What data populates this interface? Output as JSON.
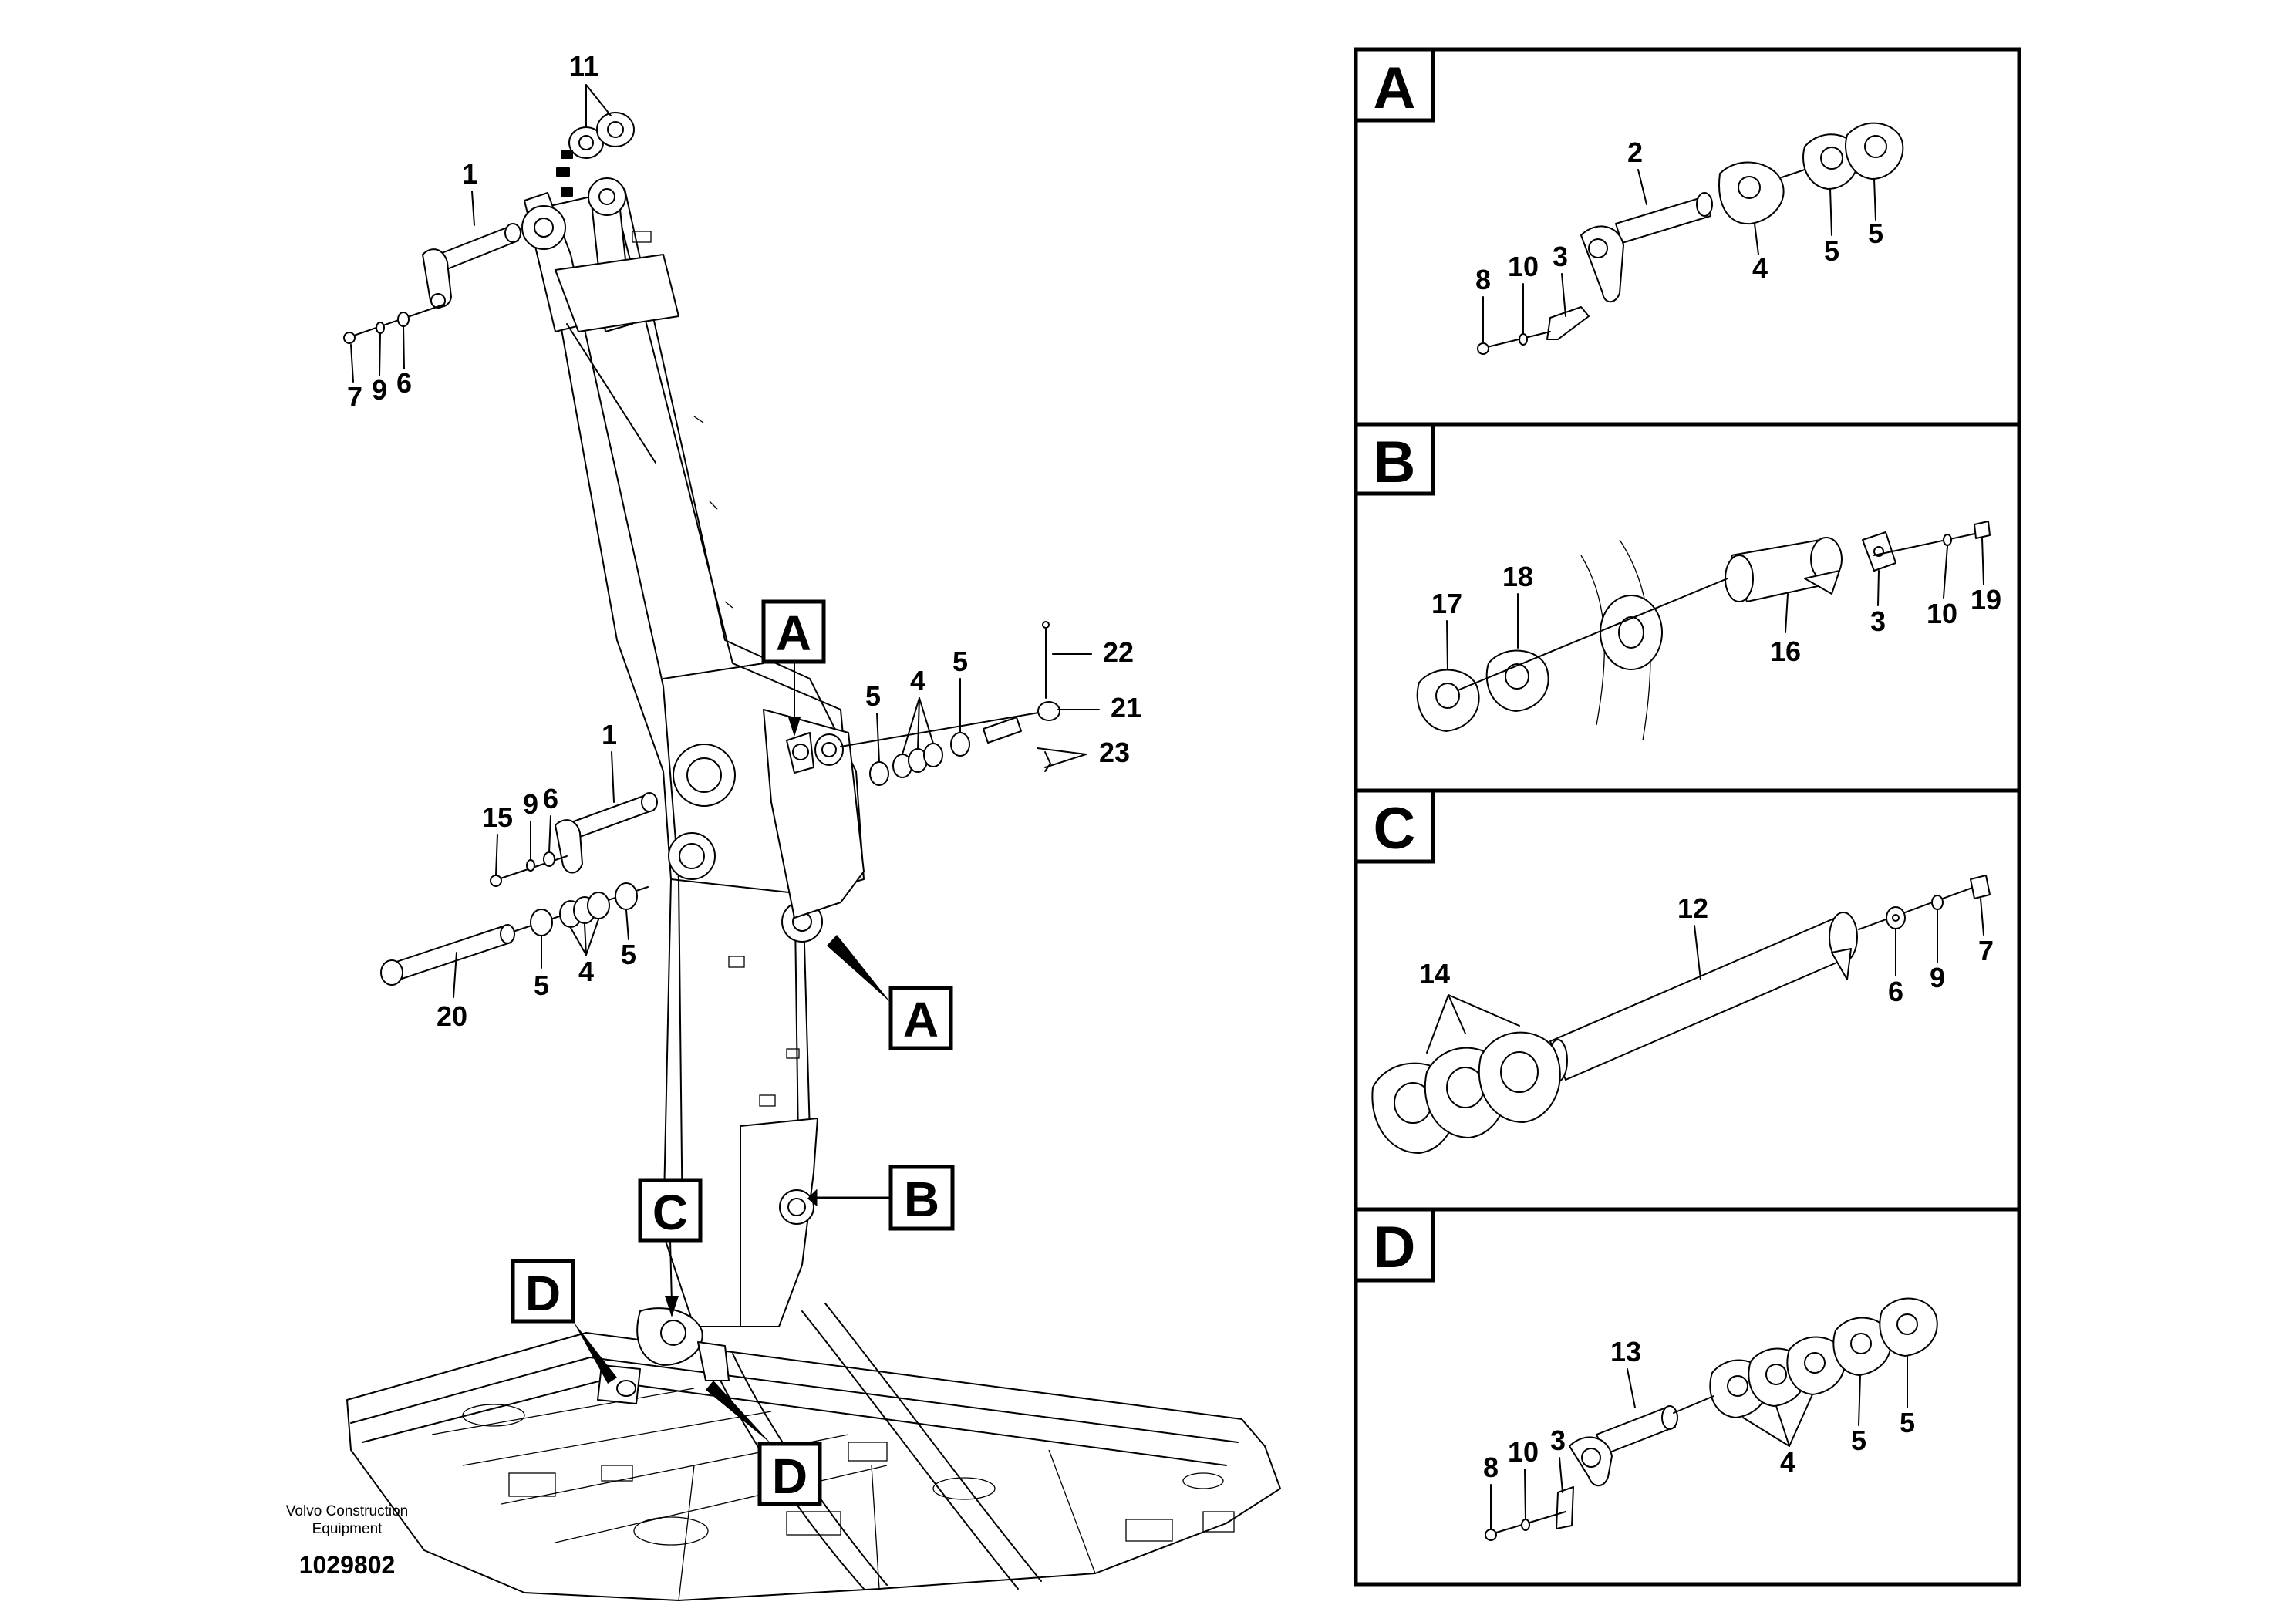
{
  "footer": {
    "company_line1": "Volvo Construction",
    "company_line2": "Equipment",
    "drawing_number": "1029802"
  },
  "callouts": {
    "A": "A",
    "B": "B",
    "C": "C",
    "D": "D"
  },
  "main_view": {
    "callouts": {
      "top_pin": "1",
      "top_washers": "11",
      "top_small_7": "7",
      "top_small_9": "9",
      "top_small_6": "6",
      "mid_pin": "1",
      "mid_small_15": "15",
      "mid_small_9": "9",
      "mid_small_6": "6",
      "left_washer_5a": "5",
      "left_washer_4": "4",
      "left_washer_5b": "5",
      "long_pin": "20",
      "right_washer_5a": "5",
      "right_washer_4": "4",
      "right_washer_5b": "5",
      "bolt_22": "22",
      "part_21": "21",
      "part_23": "23"
    }
  },
  "details": {
    "A": {
      "title": "A",
      "callouts": {
        "pin": "2",
        "plate": "3",
        "bolt": "8",
        "washer": "10",
        "washer_4": "4",
        "washer_5a": "5",
        "washer_5b": "5"
      }
    },
    "B": {
      "title": "B",
      "callouts": {
        "washer_17": "17",
        "washer_18": "18",
        "pin": "16",
        "plate": "3",
        "washer": "10",
        "bolt": "19"
      }
    },
    "C": {
      "title": "C",
      "callouts": {
        "pin": "12",
        "washers": "14",
        "washer_6": "6",
        "washer_9": "9",
        "bolt": "7"
      }
    },
    "D": {
      "title": "D",
      "callouts": {
        "pin": "13",
        "plate": "3",
        "bolt": "8",
        "washer": "10",
        "washer_4": "4",
        "washer_5a": "5",
        "washer_5b": "5"
      }
    }
  }
}
